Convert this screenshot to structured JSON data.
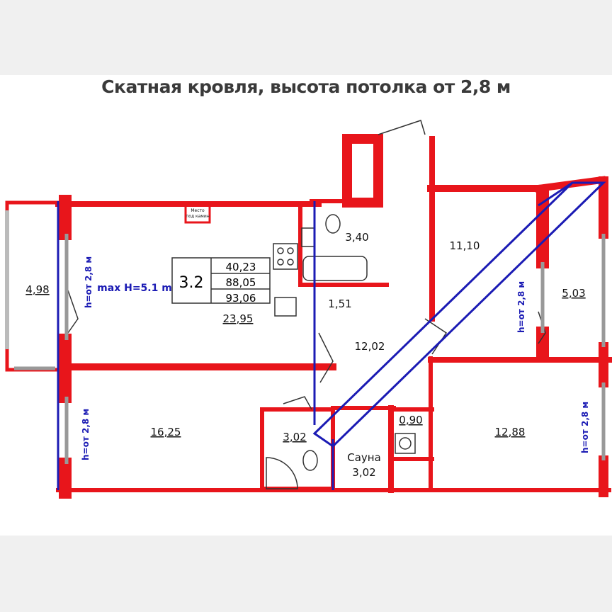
{
  "title": "Скатная кровля, высота потолка от 2,8 м",
  "rooms": [
    {
      "key": "balcony",
      "label": "4,98"
    },
    {
      "key": "bath1",
      "label": "3,40"
    },
    {
      "key": "room_ne",
      "label": "11,10"
    },
    {
      "key": "room_e",
      "label": "5,03"
    },
    {
      "key": "hall_small",
      "label": "1,51"
    },
    {
      "key": "living",
      "label": "23,95"
    },
    {
      "key": "hall",
      "label": "12,02"
    },
    {
      "key": "room_sw",
      "label": "16,25"
    },
    {
      "key": "bath2",
      "label": "3,02"
    },
    {
      "key": "laundry",
      "label": "0,90"
    },
    {
      "key": "sauna_name",
      "label": "Сауна"
    },
    {
      "key": "sauna_area",
      "label": "3,02"
    },
    {
      "key": "room_se",
      "label": "12,88"
    }
  ],
  "apartment": {
    "number": "3.2",
    "living_area": "40,23",
    "total_area": "88,05",
    "full_area": "93,06"
  },
  "max_height": "max H=5.1 m",
  "ceiling_labels": [
    "h=от 2,8 м",
    "h=от 2,8 м",
    "h=от 2,8 м",
    "h=от 2,8 м"
  ],
  "fireplace": [
    "Место",
    "под камин"
  ],
  "colors": {
    "wall": "#e8151b",
    "slope": "#1b1bb4",
    "background": "#f0f0f0"
  }
}
